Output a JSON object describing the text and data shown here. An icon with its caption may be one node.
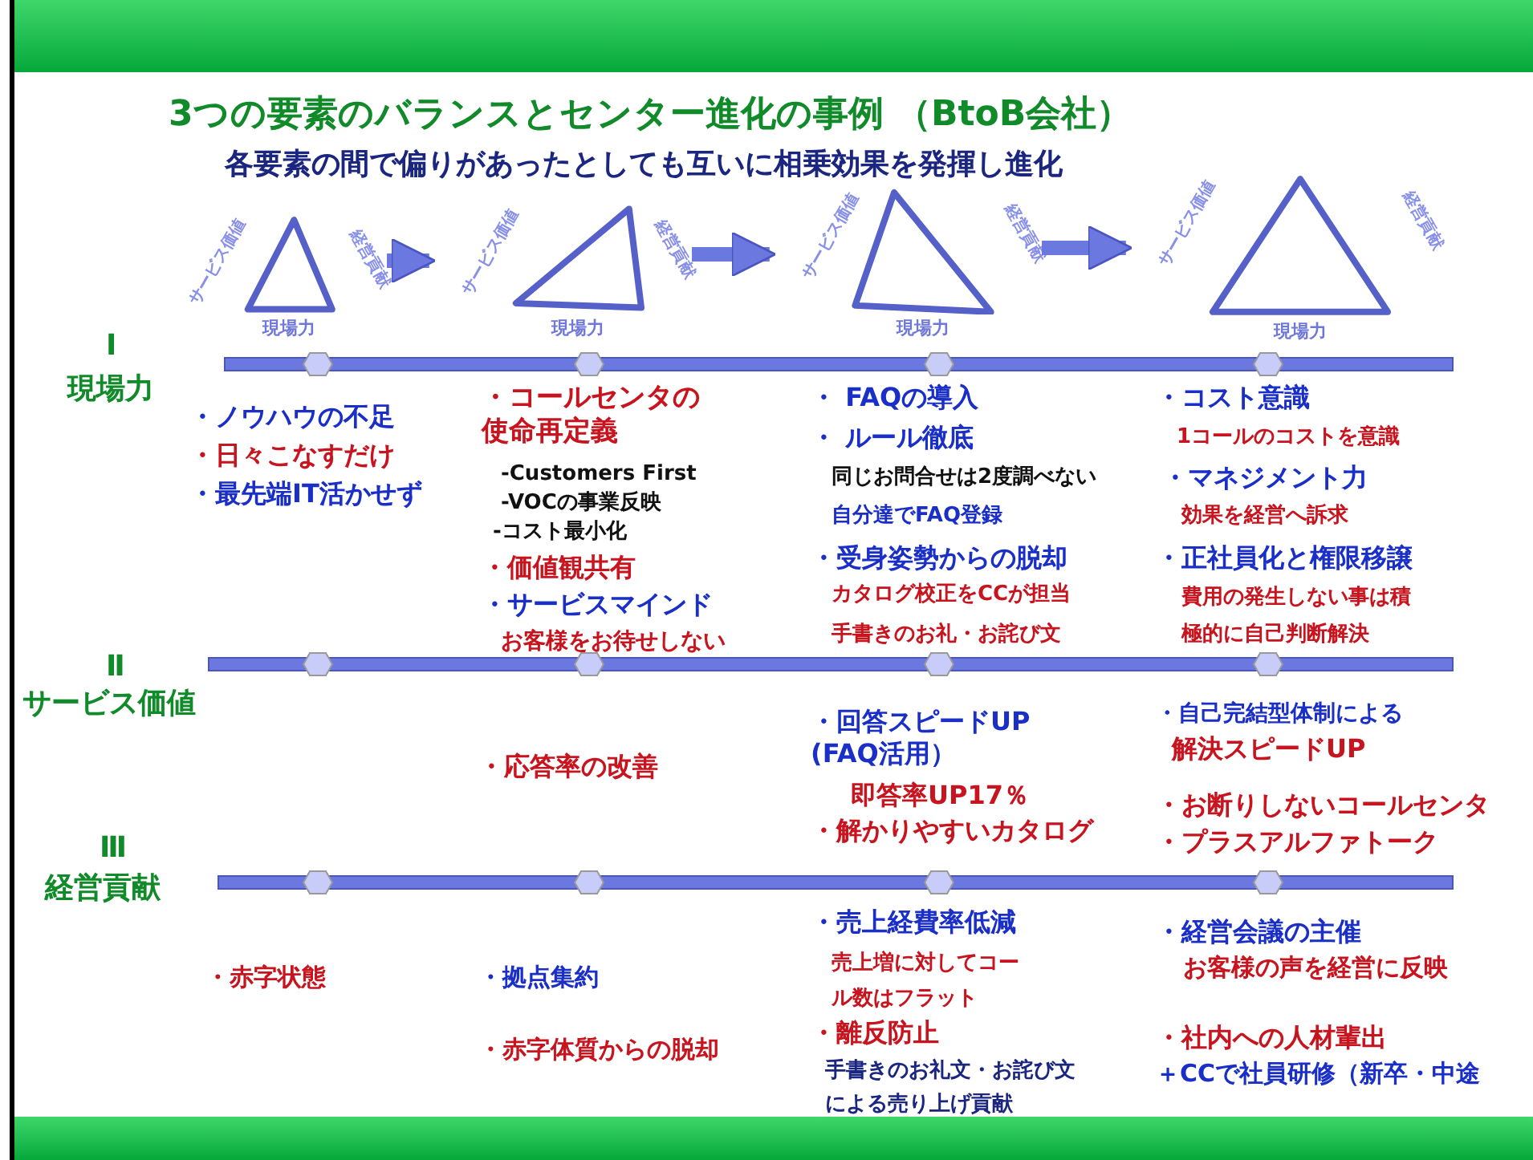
{
  "diagram": {
    "title": "3つの要素のバランスとセンター進化の事例 （BtoB会社）",
    "nodes": [
      {
        "text": [],
        "shape": "triangle",
        "beside": [
          "サービス価値",
          "経営貢献",
          "現場力"
        ]
      },
      {
        "text": [],
        "shape": "triangle",
        "beside": [
          "サービス価値",
          "経営貢献",
          "現場力"
        ]
      },
      {
        "text": [],
        "shape": "triangle",
        "beside": [
          "サービス価値",
          "経営貢献",
          "現場力"
        ]
      },
      {
        "text": [],
        "shape": "triangle",
        "beside": [
          "サービス価値",
          "経営貢献",
          "現場力"
        ]
      }
    ],
    "edges": [
      {
        "from": 0,
        "to": 1,
        "arrow": "to"
      },
      {
        "from": 1,
        "to": 2,
        "arrow": "to"
      },
      {
        "from": 2,
        "to": 3,
        "arrow": "to"
      }
    ],
    "labels": [
      "各要素の間で偏りがあったとしても互いに相乗効果を発揮し進化",
      "Ⅰ",
      "現場力",
      "・ノウハウの不足",
      "・日々こなすだけ",
      "・最先端IT活かせず",
      "・コールセンタの使命再定義",
      "-Customers First",
      "-VOCの事業反映",
      "-コスト最小化",
      "・価値観共有",
      "・サービスマインド",
      "お客様をお待せしない",
      "・ FAQの導入",
      "・ ルール徹底",
      "同じお問合せは2度調べない",
      "自分達でFAQ登録",
      "・受身姿勢からの脱却",
      "カタログ校正をCCが担当",
      "手書きのお礼・お詫び文",
      "・コスト意識",
      "1コールのコストを意識",
      "・マネジメント力",
      "効果を経営へ訴求",
      "・正社員化と権限移譲",
      "費用の発生しない事は積極的に自己判断解決",
      "Ⅱ",
      "サービス価値",
      "・応答率の改善",
      "・回答スピードUP (FAQ活用）",
      "即答率UP17％",
      "・解かりやすいカタログ",
      "・自己完結型体制による",
      "解決スピードUP",
      "・お断りしないコールセンタ",
      "・プラスアルファトーク",
      "Ⅲ",
      "経営貢献",
      "・赤字状態",
      "・拠点集約",
      "・赤字体質からの脱却",
      "・売上経費率低減",
      "売上増に対してコール数はフラット",
      "・離反防止",
      "手書きのお礼文・お詫び文による売り上げ貢献",
      "・経営会議の主催",
      "お客様の声を経営に反映",
      "・社内への人材輩出",
      "＋CCで社員研修（新卒・中途"
    ]
  }
}
